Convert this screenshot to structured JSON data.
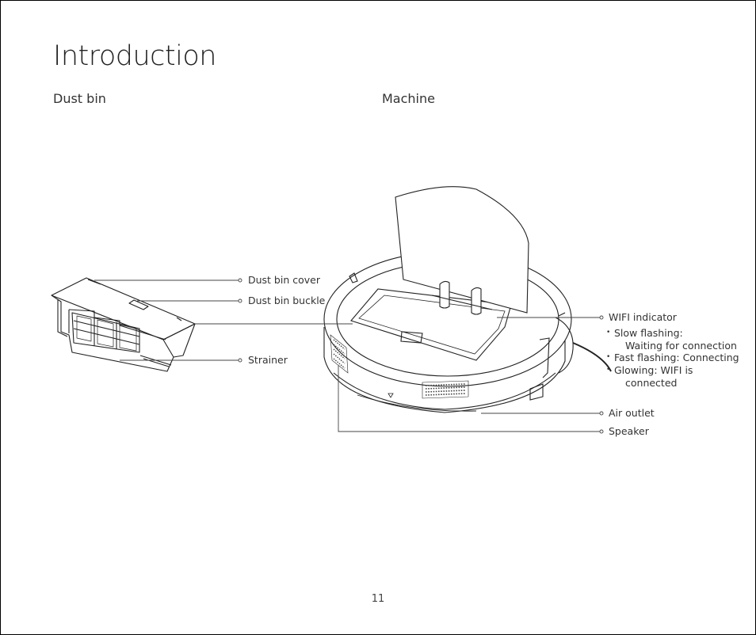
{
  "title": "Introduction",
  "sections": {
    "dust_bin": "Dust bin",
    "machine": "Machine"
  },
  "dust_bin_labels": {
    "cover": "Dust bin cover",
    "buckle": "Dust bin buckle",
    "strainer": "Strainer"
  },
  "machine_labels": {
    "wifi_indicator": "WIFI indicator",
    "wifi_states": [
      "Slow flashing:",
      "Waiting for connection",
      "Fast flashing: Connecting",
      "Glowing: WIFI is",
      "connected"
    ],
    "air_outlet": "Air outlet",
    "speaker": "Speaker"
  },
  "page_number": "11"
}
